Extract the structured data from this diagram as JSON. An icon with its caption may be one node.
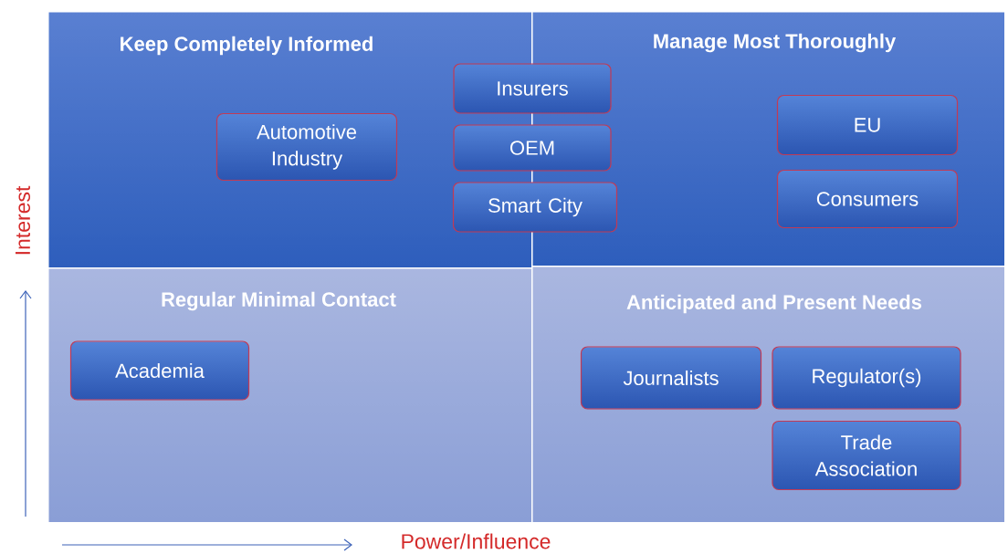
{
  "diagram": {
    "nodes": [
      {
        "text": [
          "Keep Completely Informed"
        ]
      },
      {
        "text": [
          "Automotive Industry"
        ],
        "in": 0
      },
      {
        "text": [
          "Insurers"
        ]
      },
      {
        "text": [
          "OEM"
        ]
      },
      {
        "text": [
          "Smart City"
        ]
      },
      {
        "text": [
          "Manage Most Thoroughly"
        ]
      },
      {
        "text": [
          "EU"
        ],
        "in": 5
      },
      {
        "text": [
          "Consumers"
        ],
        "in": 5
      },
      {
        "text": [
          "Regular Minimal Contact"
        ]
      },
      {
        "text": [
          "Academia"
        ],
        "in": 8
      },
      {
        "text": [
          "Anticipated and Present Needs"
        ]
      },
      {
        "text": [
          "Journalists"
        ],
        "in": 10
      },
      {
        "text": [
          "Regulator(s)"
        ],
        "in": 10
      },
      {
        "text": [
          "Trade Association"
        ],
        "in": 10
      }
    ],
    "labels": [
      "Interest",
      "Power/Influence"
    ]
  }
}
